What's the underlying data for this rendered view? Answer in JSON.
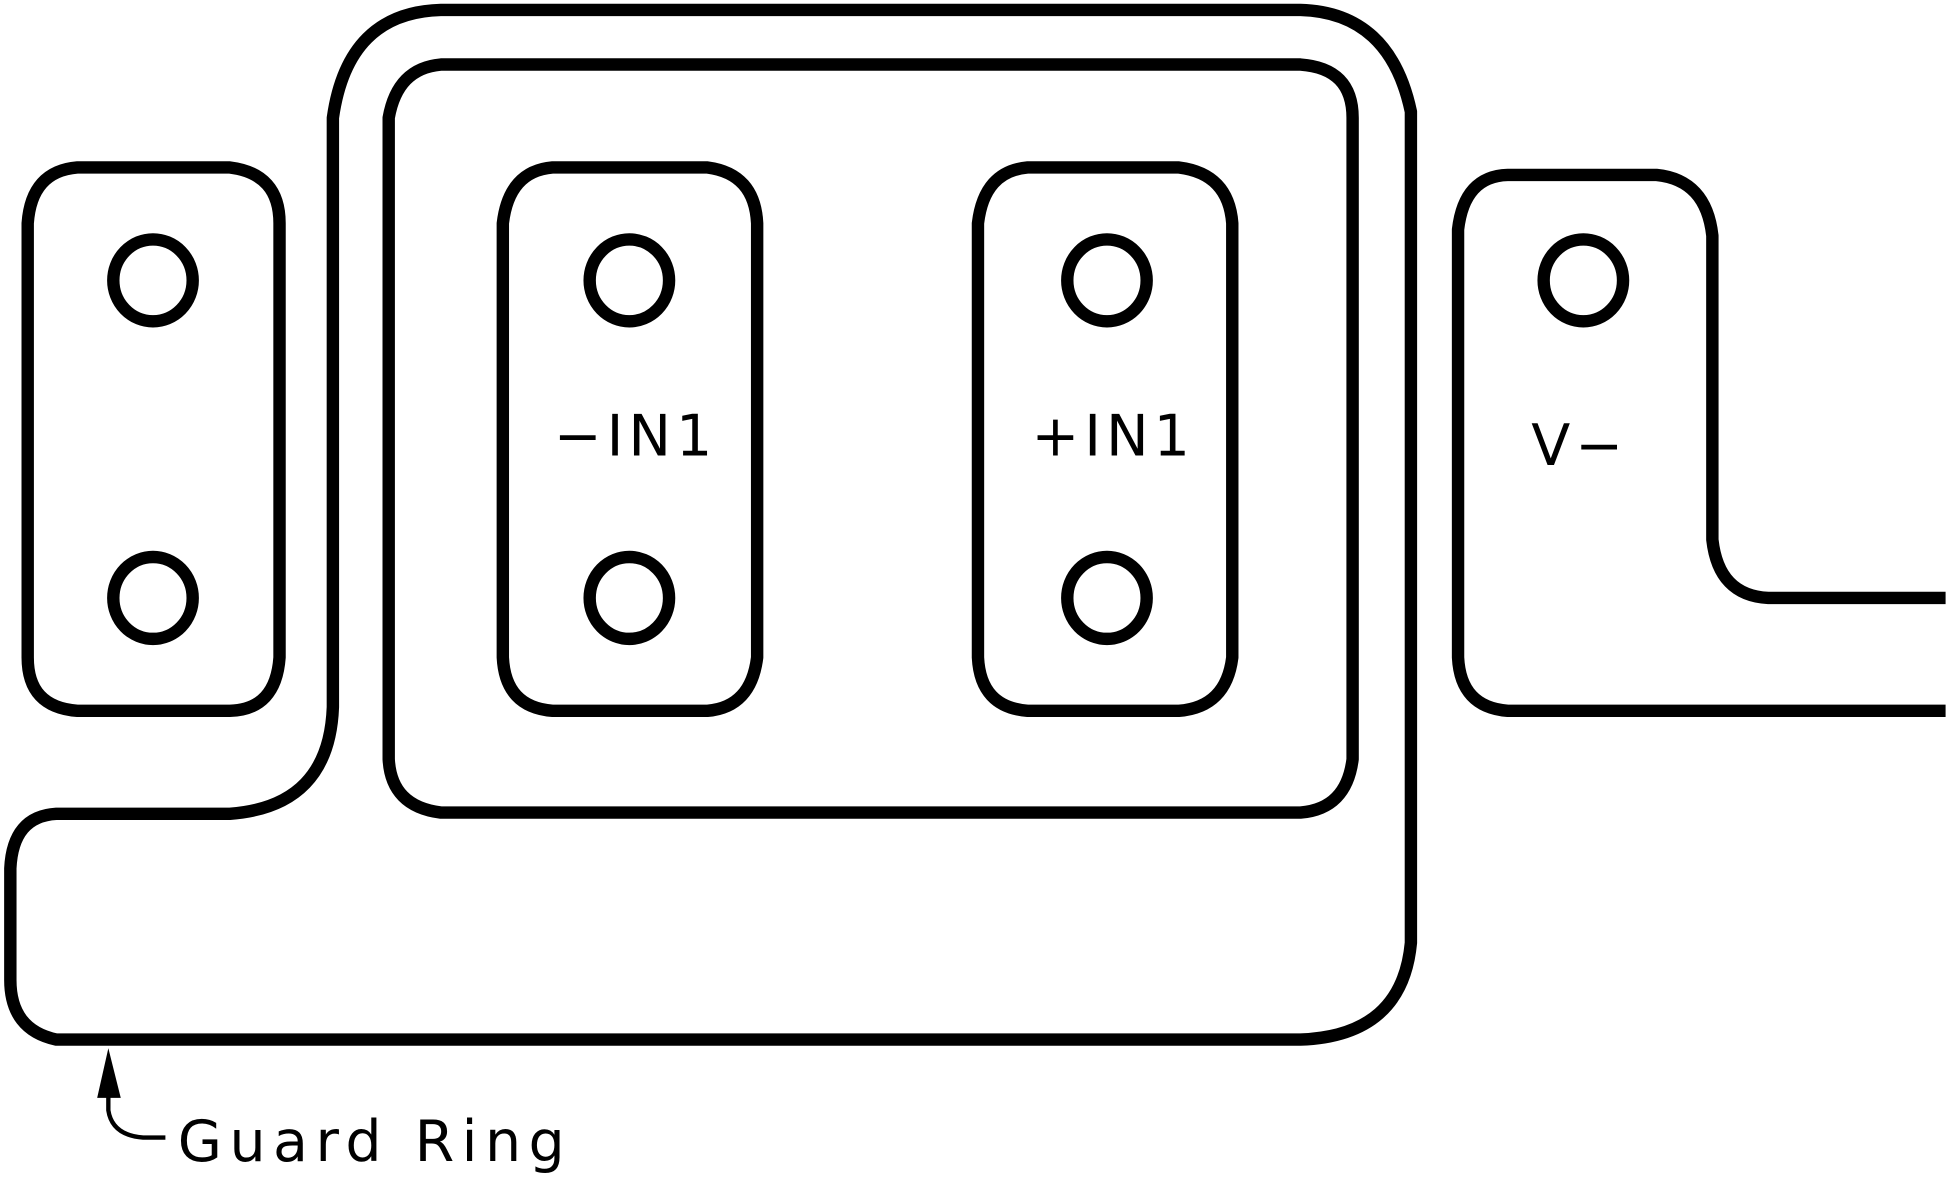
{
  "diagram": {
    "type": "PCB layout with guard ring",
    "background": "#ffffff",
    "stroke_color": "#000000",
    "pads": [
      {
        "id": "left-pad",
        "label": ""
      },
      {
        "id": "inverting-input-pad",
        "label": "−IN1"
      },
      {
        "id": "noninverting-input-pad",
        "label": "+IN1"
      },
      {
        "id": "negative-supply-pad",
        "label": "V−"
      }
    ],
    "annotation": {
      "label": "Guard Ring"
    }
  }
}
